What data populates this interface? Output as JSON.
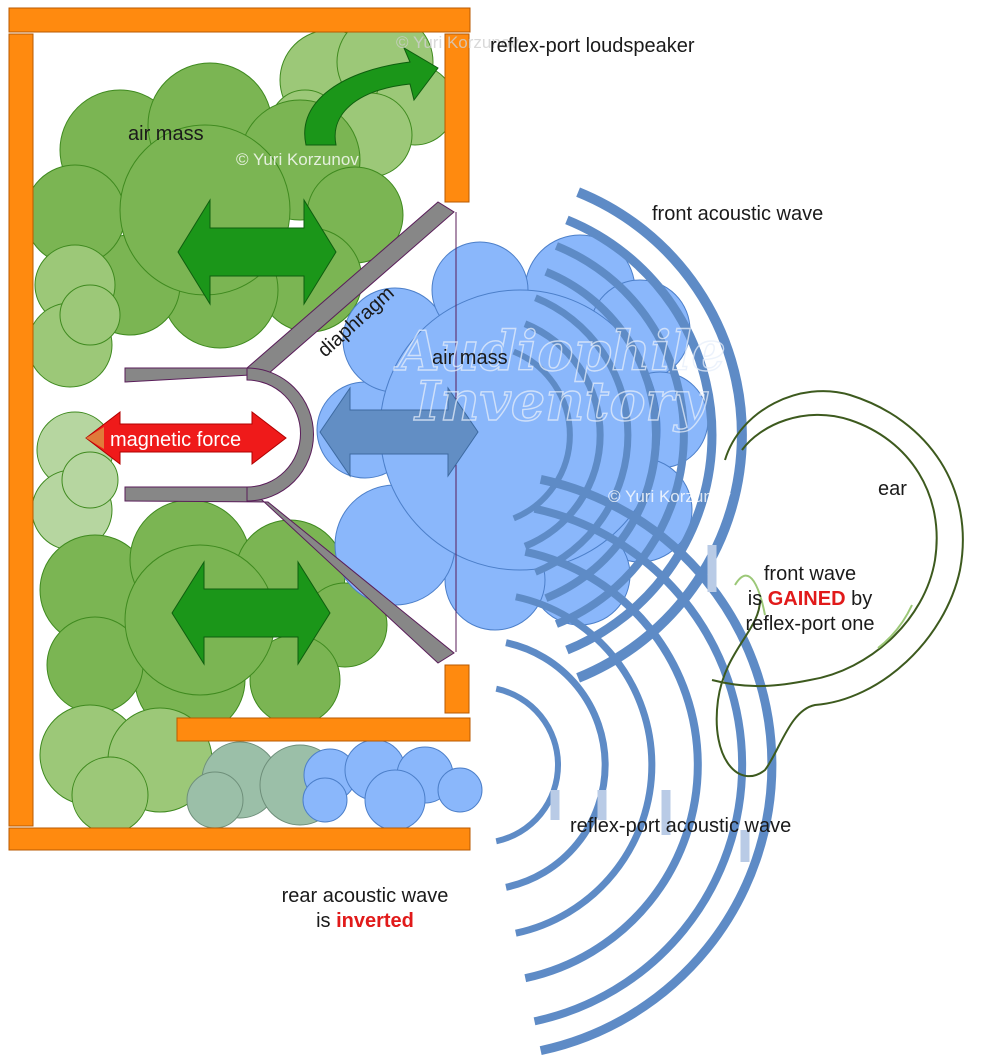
{
  "title": "reflex-port loudspeaker",
  "labels": {
    "air_mass_rear": "air mass",
    "air_mass_front": "air mass",
    "diaphragm": "diaphragm",
    "magnetic_force": "magnetic force",
    "front_acoustic_wave": "front acoustic wave",
    "ear": "ear",
    "reflex_port_acoustic_wave": "reflex-port acoustic wave"
  },
  "notes": {
    "front_gain": {
      "line1": "front wave",
      "line2_prefix": "is ",
      "line2_highlight": "GAINED",
      "line2_suffix": " by",
      "line3": "reflex-port one"
    },
    "rear_inverted": {
      "line1": "rear acoustic wave",
      "line2_prefix": "is ",
      "line2_highlight": "inverted"
    }
  },
  "watermarks": {
    "copyright": "© Yuri Korzunov",
    "logo_line1": "Audiophile",
    "logo_line2": "Inventory"
  },
  "colors": {
    "cabinet": "#ff8a0f",
    "rear_air": "#7bb553",
    "front_air": "#8ab7fb",
    "waves": "#5e8bc6",
    "green_arrow": "#1b9619",
    "force_arrow": "#ef1a1a",
    "front_arrow": "#628ec4",
    "cone": "#878787",
    "highlight_text": "#e11a1a",
    "ear_line": "#3d5a1e"
  }
}
